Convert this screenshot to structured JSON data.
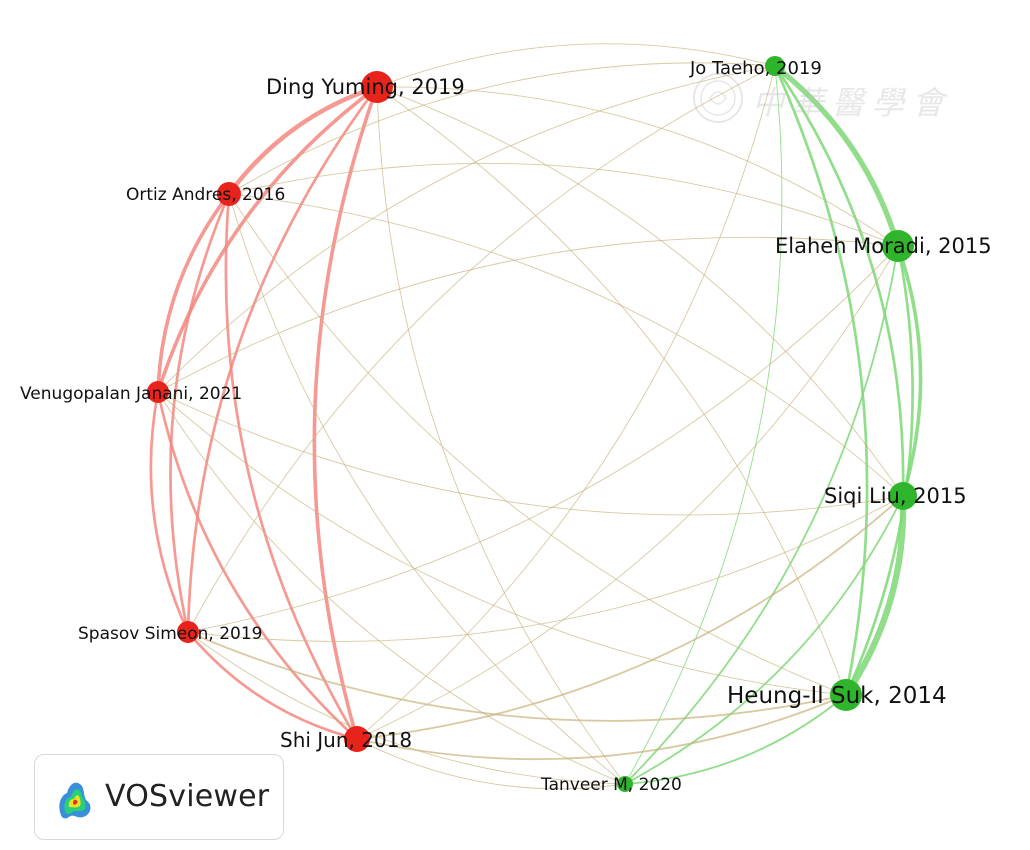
{
  "watermark_text": "中華醫學會",
  "logo_text": "VOSviewer",
  "colors": {
    "red": "#e8231c",
    "red_edge": "#f3877f",
    "green": "#2fb52c",
    "green_edge": "#7ed876",
    "mixed_edge": "#c8b27a"
  },
  "nodes": [
    {
      "id": "ding",
      "label": "Ding Yuming, 2019",
      "cluster": "red",
      "weight": 5
    },
    {
      "id": "ortiz",
      "label": "Ortiz Andres, 2016",
      "cluster": "red",
      "weight": 3
    },
    {
      "id": "venu",
      "label": "Venugopalan Janani, 2021",
      "cluster": "red",
      "weight": 2
    },
    {
      "id": "spasov",
      "label": "Spasov Simeon, 2019",
      "cluster": "red",
      "weight": 2
    },
    {
      "id": "shi",
      "label": "Shi Jun, 2018",
      "cluster": "red",
      "weight": 3
    },
    {
      "id": "jo",
      "label": "Jo Taeho, 2019",
      "cluster": "green",
      "weight": 2
    },
    {
      "id": "elaheh",
      "label": "Elaheh Moradi, 2015",
      "cluster": "green",
      "weight": 5
    },
    {
      "id": "siqi",
      "label": "Siqi Liu, 2015",
      "cluster": "green",
      "weight": 4
    },
    {
      "id": "heung",
      "label": "Heung-Il Suk, 2014",
      "cluster": "green",
      "weight": 5
    },
    {
      "id": "tanveer",
      "label": "Tanveer M, 2020",
      "cluster": "green",
      "weight": 1
    }
  ],
  "edges": [
    [
      "ding",
      "ortiz",
      5
    ],
    [
      "ding",
      "venu",
      4
    ],
    [
      "ding",
      "spasov",
      3
    ],
    [
      "ding",
      "shi",
      4
    ],
    [
      "ortiz",
      "venu",
      4
    ],
    [
      "ortiz",
      "spasov",
      3
    ],
    [
      "ortiz",
      "shi",
      3
    ],
    [
      "venu",
      "spasov",
      3
    ],
    [
      "venu",
      "shi",
      3
    ],
    [
      "spasov",
      "shi",
      3
    ],
    [
      "jo",
      "elaheh",
      6
    ],
    [
      "jo",
      "siqi",
      3
    ],
    [
      "jo",
      "heung",
      3
    ],
    [
      "jo",
      "tanveer",
      1
    ],
    [
      "elaheh",
      "siqi",
      4
    ],
    [
      "elaheh",
      "heung",
      3
    ],
    [
      "elaheh",
      "tanveer",
      2
    ],
    [
      "siqi",
      "heung",
      7
    ],
    [
      "siqi",
      "tanveer",
      2
    ],
    [
      "heung",
      "tanveer",
      2
    ],
    [
      "ding",
      "jo",
      1
    ],
    [
      "ding",
      "elaheh",
      1
    ],
    [
      "ding",
      "siqi",
      1
    ],
    [
      "ding",
      "heung",
      1
    ],
    [
      "ding",
      "tanveer",
      1
    ],
    [
      "ortiz",
      "jo",
      1
    ],
    [
      "ortiz",
      "elaheh",
      1
    ],
    [
      "ortiz",
      "siqi",
      1
    ],
    [
      "ortiz",
      "heung",
      1
    ],
    [
      "ortiz",
      "tanveer",
      1
    ],
    [
      "venu",
      "jo",
      1
    ],
    [
      "venu",
      "elaheh",
      1
    ],
    [
      "venu",
      "siqi",
      1
    ],
    [
      "venu",
      "heung",
      1
    ],
    [
      "venu",
      "tanveer",
      1
    ],
    [
      "spasov",
      "jo",
      1
    ],
    [
      "spasov",
      "elaheh",
      1
    ],
    [
      "spasov",
      "siqi",
      1
    ],
    [
      "spasov",
      "heung",
      2
    ],
    [
      "spasov",
      "tanveer",
      1
    ],
    [
      "shi",
      "jo",
      1
    ],
    [
      "shi",
      "elaheh",
      1
    ],
    [
      "shi",
      "siqi",
      2
    ],
    [
      "shi",
      "heung",
      2
    ],
    [
      "shi",
      "tanveer",
      1
    ]
  ]
}
